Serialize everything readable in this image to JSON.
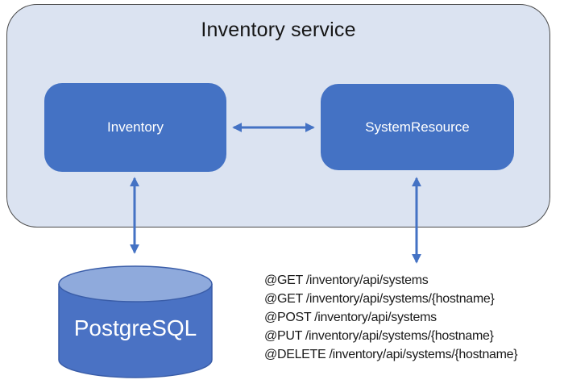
{
  "diagram": {
    "container": {
      "title": "Inventory service"
    },
    "nodes": {
      "inventory": {
        "label": "Inventory"
      },
      "system_resource": {
        "label": "SystemResource"
      },
      "database": {
        "label": "PostgreSQL",
        "shape": "cylinder"
      }
    },
    "connectors": [
      {
        "name": "inventory-systemresource",
        "type": "double-arrow",
        "direction": "horizontal"
      },
      {
        "name": "inventory-postgresql",
        "type": "double-arrow",
        "direction": "vertical"
      },
      {
        "name": "systemresource-endpoints",
        "type": "double-arrow",
        "direction": "vertical"
      }
    ],
    "endpoints": [
      "@GET /inventory/api/systems",
      "@GET /inventory/api/systems/{hostname}",
      "@POST /inventory/api/systems",
      "@PUT /inventory/api/systems/{hostname}",
      "@DELETE /inventory/api/systems/{hostname}"
    ],
    "colors": {
      "node_fill": "#4472c4",
      "node_text": "#ffffff",
      "container_fill": "#dbe3f1",
      "container_border": "#4a4a4a",
      "arrow": "#4472c4",
      "cylinder_body": "#4a72c4",
      "cylinder_top": "#8faadc",
      "cylinder_outline": "#3a5da8",
      "text_dark": "#1a1a1a"
    }
  }
}
